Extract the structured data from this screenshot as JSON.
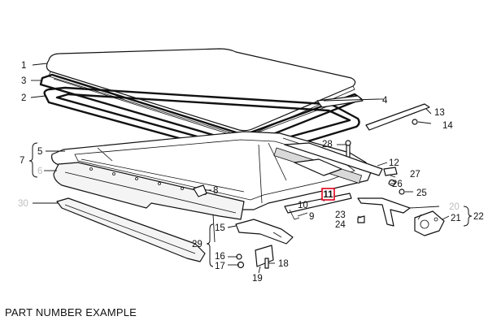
{
  "caption": "PART NUMBER EXAMPLE",
  "highlight": {
    "label": "11",
    "border_color": "#e0001a"
  },
  "colors": {
    "line": "#111111",
    "inactive_label": "#bdbdbd"
  },
  "labels": {
    "p1": "1",
    "p2": "2",
    "p3": "3",
    "p4": "4",
    "p5": "5",
    "p6": "6",
    "p7": "7",
    "p8": "8",
    "p9": "9",
    "p10": "10",
    "p12": "12",
    "p13": "13",
    "p14": "14",
    "p15": "15",
    "p16": "16",
    "p17": "17",
    "p18": "18",
    "p19": "19",
    "p20": "20",
    "p21": "21",
    "p22": "22",
    "p24": "24",
    "p25": "25",
    "p26": "26",
    "p27": "27",
    "p28": "28",
    "p29": "29",
    "p30": "30"
  }
}
